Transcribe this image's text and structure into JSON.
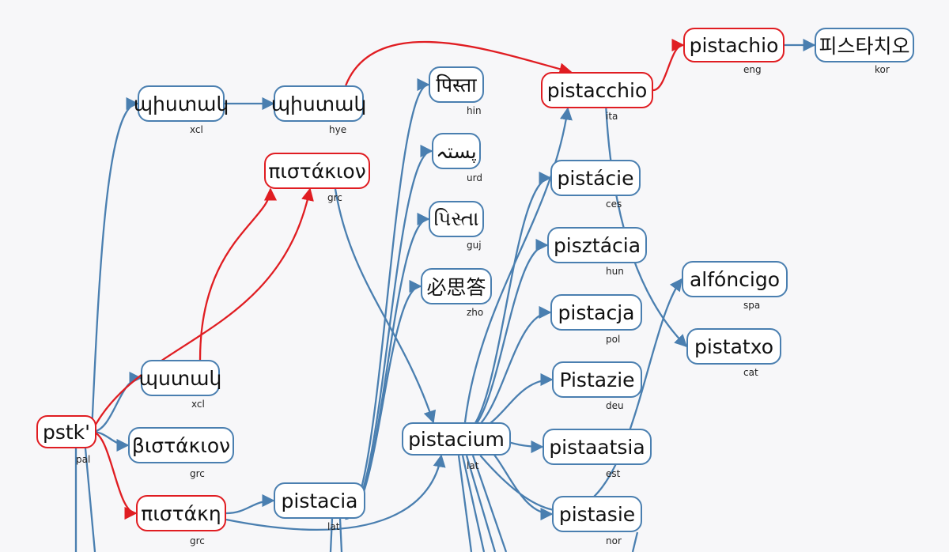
{
  "colors": {
    "normal": "#4a7fb0",
    "highlight": "#e01d22",
    "background": "#f7f7f9"
  },
  "nodes": {
    "pal_pstk": {
      "word": "pstk'",
      "lang": "pal",
      "highlight": true
    },
    "xcl_pistak1": {
      "word": "պիստակ",
      "lang": "xcl",
      "highlight": false
    },
    "hye_pistak": {
      "word": "պիստակ",
      "lang": "hye",
      "highlight": false
    },
    "grc_pistakion": {
      "word": "πιστάκιον",
      "lang": "grc",
      "highlight": true
    },
    "xcl_pstak": {
      "word": "պստակ",
      "lang": "xcl",
      "highlight": false
    },
    "grc_bistakion": {
      "word": "βιστάκιον",
      "lang": "grc",
      "highlight": false
    },
    "grc_pistake": {
      "word": "πιστάκη",
      "lang": "grc",
      "highlight": true
    },
    "lat_pistacia": {
      "word": "pistacia",
      "lang": "lat",
      "highlight": false
    },
    "hin": {
      "word": "पिस्ता",
      "lang": "hin",
      "highlight": false
    },
    "urd": {
      "word": "پستہ",
      "lang": "urd",
      "highlight": false
    },
    "guj": {
      "word": "પિસ્તા",
      "lang": "guj",
      "highlight": false
    },
    "zho": {
      "word": "必思答",
      "lang": "zho",
      "highlight": false
    },
    "lat_pistacium": {
      "word": "pistacium",
      "lang": "lat",
      "highlight": false
    },
    "ita": {
      "word": "pistacchio",
      "lang": "ita",
      "highlight": true
    },
    "eng": {
      "word": "pistachio",
      "lang": "eng",
      "highlight": true
    },
    "kor": {
      "word": "피스타치오",
      "lang": "kor",
      "highlight": false
    },
    "ces": {
      "word": "pistácie",
      "lang": "ces",
      "highlight": false
    },
    "hun": {
      "word": "pisztácia",
      "lang": "hun",
      "highlight": false
    },
    "pol": {
      "word": "pistacja",
      "lang": "pol",
      "highlight": false
    },
    "deu": {
      "word": "Pistazie",
      "lang": "deu",
      "highlight": false
    },
    "est": {
      "word": "pistaatsia",
      "lang": "est",
      "highlight": false
    },
    "nor": {
      "word": "pistasie",
      "lang": "nor",
      "highlight": false
    },
    "spa": {
      "word": "alfóncigo",
      "lang": "spa",
      "highlight": false
    },
    "cat": {
      "word": "pistatxo",
      "lang": "cat",
      "highlight": false
    }
  },
  "edges": [
    {
      "from": "pal_pstk",
      "to": "xcl_pistak1",
      "highlight": false
    },
    {
      "from": "pal_pstk",
      "to": "xcl_pstak",
      "highlight": false
    },
    {
      "from": "pal_pstk",
      "to": "grc_bistakion",
      "highlight": false
    },
    {
      "from": "pal_pstk",
      "to": "grc_pistake",
      "highlight": true
    },
    {
      "from": "pal_pstk",
      "to": "grc_pistakion",
      "highlight": true
    },
    {
      "from": "xcl_pstak",
      "to": "grc_pistakion",
      "highlight": true
    },
    {
      "from": "xcl_pistak1",
      "to": "hye_pistak",
      "highlight": false
    },
    {
      "from": "hye_pistak",
      "to": "ita",
      "highlight": true
    },
    {
      "from": "ita",
      "to": "eng",
      "highlight": true
    },
    {
      "from": "eng",
      "to": "kor",
      "highlight": false
    },
    {
      "from": "grc_pistake",
      "to": "lat_pistacia",
      "highlight": false
    },
    {
      "from": "grc_pistake",
      "to": "lat_pistacium",
      "highlight": false
    },
    {
      "from": "grc_pistakion",
      "to": "lat_pistacium",
      "highlight": false
    },
    {
      "from": "lat_pistacia",
      "to": "hin",
      "highlight": false
    },
    {
      "from": "lat_pistacia",
      "to": "urd",
      "highlight": false
    },
    {
      "from": "lat_pistacia",
      "to": "guj",
      "highlight": false
    },
    {
      "from": "lat_pistacia",
      "to": "zho",
      "highlight": false
    },
    {
      "from": "lat_pistacium",
      "to": "ita",
      "highlight": false
    },
    {
      "from": "lat_pistacium",
      "to": "ces",
      "highlight": false
    },
    {
      "from": "lat_pistacium",
      "to": "hun",
      "highlight": false
    },
    {
      "from": "lat_pistacium",
      "to": "pol",
      "highlight": false
    },
    {
      "from": "lat_pistacium",
      "to": "deu",
      "highlight": false
    },
    {
      "from": "lat_pistacium",
      "to": "est",
      "highlight": false
    },
    {
      "from": "lat_pistacium",
      "to": "nor",
      "highlight": false
    },
    {
      "from": "ita",
      "to": "cat",
      "highlight": false
    },
    {
      "from": "lat_pistacium",
      "to": "spa",
      "highlight": false
    }
  ]
}
